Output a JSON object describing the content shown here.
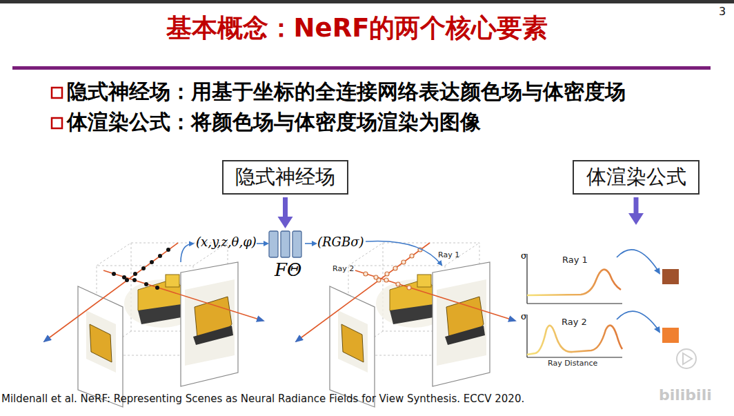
{
  "diagram": {
    "title": "基本概念：NeRF的两个核心要素",
    "caption": "Mildenall et al. NeRF: Representing Scenes as Neural Radiance Fields for View Synthesis. ECCV 2020.",
    "nodes": [
      {
        "text": [
          "隐式神经场"
        ]
      },
      {
        "text": [
          "体渲染公式"
        ]
      },
      {
        "text": [
          "FΘ"
        ]
      },
      {
        "text": [
          "σ",
          "Ray 1"
        ]
      },
      {
        "text": [
          "σ",
          "Ray 2",
          "Ray Distance"
        ]
      }
    ],
    "edges": [
      {
        "from": 0,
        "to": 2,
        "arrow": "to"
      },
      {
        "from": 1,
        "to": 3,
        "arrow": "to"
      }
    ],
    "labels": [
      "隐式神经场：用基于坐标的全连接网络表达颜色场与体密度场",
      "体渲染公式：将颜色场与体密度场渲染为图像",
      "(x,y,z,θ,φ)",
      "(RGBσ)",
      "Ray 1",
      "Ray 2",
      "3",
      "bilibili"
    ]
  }
}
